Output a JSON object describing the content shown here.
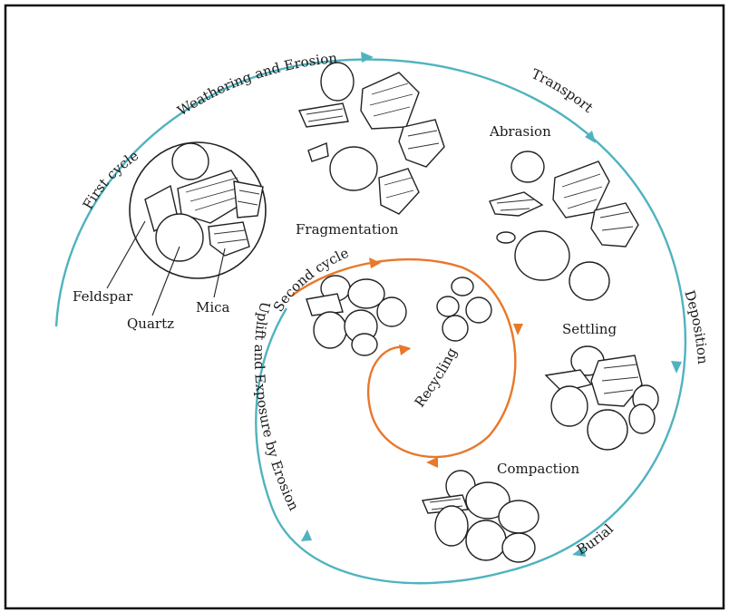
{
  "colors": {
    "outer_spiral": "#4fb3bf",
    "inner_spiral": "#e8782a",
    "line": "#222222",
    "border": "#111111"
  },
  "labels": {
    "first_cycle": "First cycle",
    "weathering": "Weathering and Erosion",
    "transport": "Transport",
    "abrasion": "Abrasion",
    "fragmentation": "Fragmentation",
    "deposition": "Deposition",
    "settling": "Settling",
    "compaction": "Compaction",
    "burial": "Burial",
    "uplift": "Uplift and Exposure by Erosion",
    "second_cycle": "Second cycle",
    "recycling": "Recycling",
    "feldspar": "Feldspar",
    "quartz": "Quartz",
    "mica": "Mica"
  }
}
